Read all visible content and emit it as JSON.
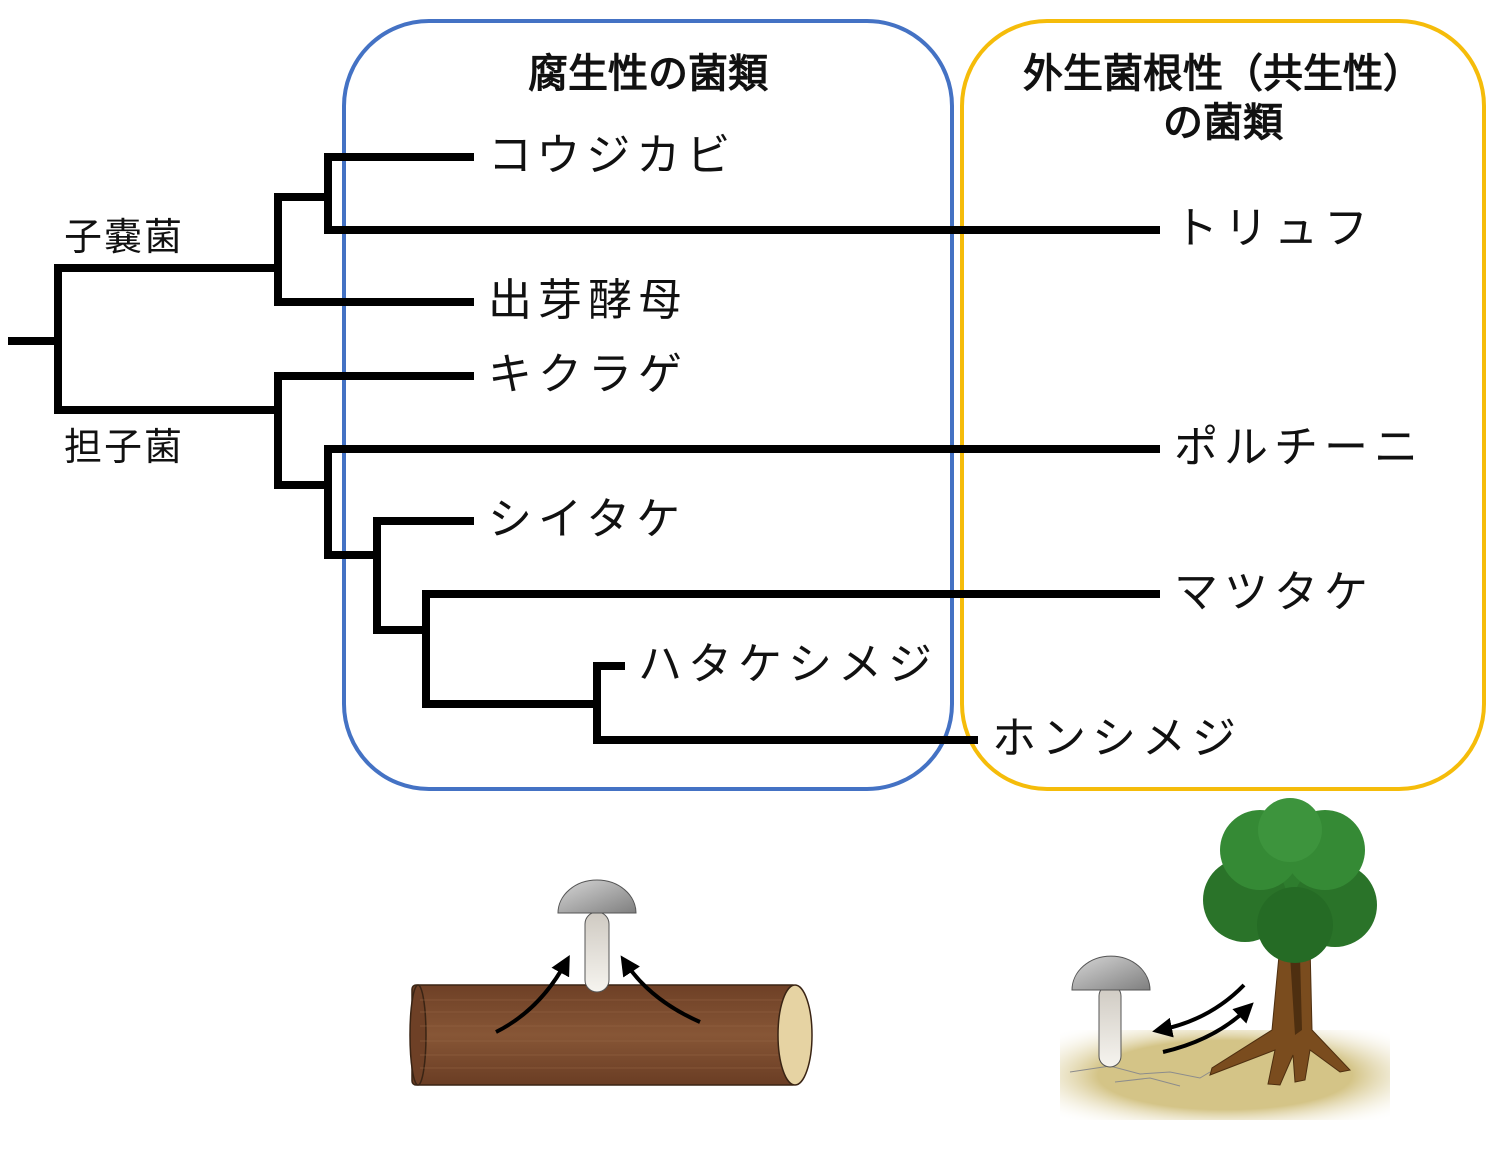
{
  "colors": {
    "saprophytic_box": "#4472C4",
    "ectomycorrhizal_box": "#F5BC0A",
    "branch": "#000000",
    "log": "#7A4A2C",
    "log_end": "#E6D3A3",
    "mushroom_cap": "#A0A0A0",
    "soil": "#D8C98E",
    "foliage": "#2E7D2E",
    "trunk": "#6B4218"
  },
  "boxes": {
    "saprophytic": {
      "title": "腐生性の菌類"
    },
    "ectomycorrhizal": {
      "title_line1": "外生菌根性（共生性）",
      "title_line2": "の菌類"
    }
  },
  "groups": {
    "ascomycota": "子嚢菌",
    "basidiomycota": "担子菌"
  },
  "taxa": [
    {
      "name": "コウジカビ",
      "group": "子嚢菌",
      "type": "腐生性"
    },
    {
      "name": "トリュフ",
      "group": "子嚢菌",
      "type": "外生菌根性"
    },
    {
      "name": "出芽酵母",
      "group": "子嚢菌",
      "type": "腐生性"
    },
    {
      "name": "キクラゲ",
      "group": "担子菌",
      "type": "腐生性"
    },
    {
      "name": "ポルチーニ",
      "group": "担子菌",
      "type": "外生菌根性"
    },
    {
      "name": "シイタケ",
      "group": "担子菌",
      "type": "腐生性"
    },
    {
      "name": "マツタケ",
      "group": "担子菌",
      "type": "外生菌根性"
    },
    {
      "name": "ハタケシメジ",
      "group": "担子菌",
      "type": "腐生性"
    },
    {
      "name": "ホンシメジ",
      "group": "担子菌",
      "type": "外生菌根性"
    }
  ],
  "illustrations": {
    "saprophytic": "mushroom-on-log",
    "ectomycorrhizal": "mushroom-and-tree-exchange"
  }
}
